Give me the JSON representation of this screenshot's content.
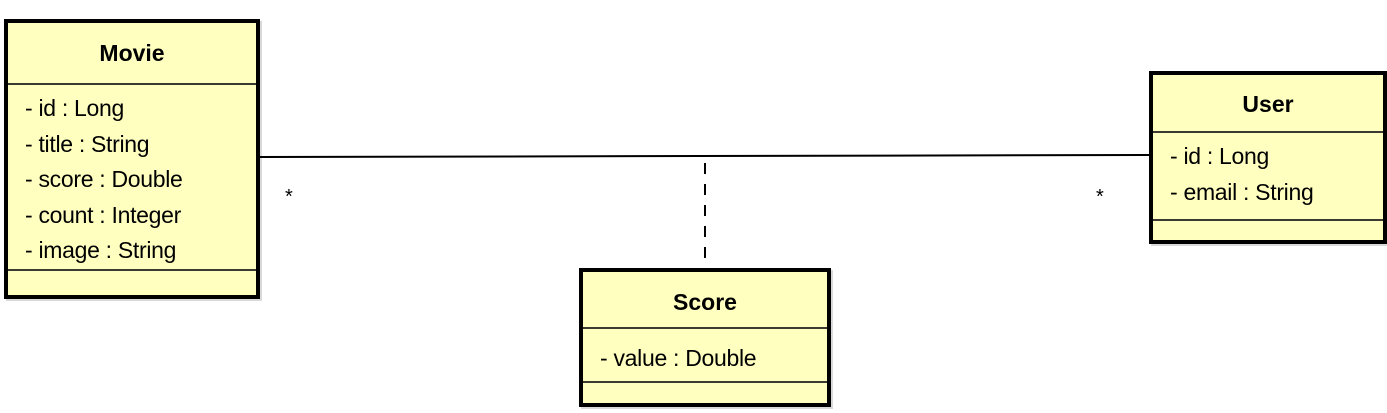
{
  "classes": {
    "movie": {
      "name": "Movie",
      "attributes": [
        "- id : Long",
        "- title : String",
        "- score : Double",
        "- count : Integer",
        "- image : String"
      ]
    },
    "user": {
      "name": "User",
      "attributes": [
        "- id : Long",
        "- email : String"
      ]
    },
    "score": {
      "name": "Score",
      "attributes": [
        "- value : Double"
      ]
    }
  },
  "association": {
    "movie_multiplicity": "*",
    "user_multiplicity": "*"
  },
  "colors": {
    "class_fill": "#ffffc0",
    "class_border": "#000000",
    "line": "#000000"
  }
}
